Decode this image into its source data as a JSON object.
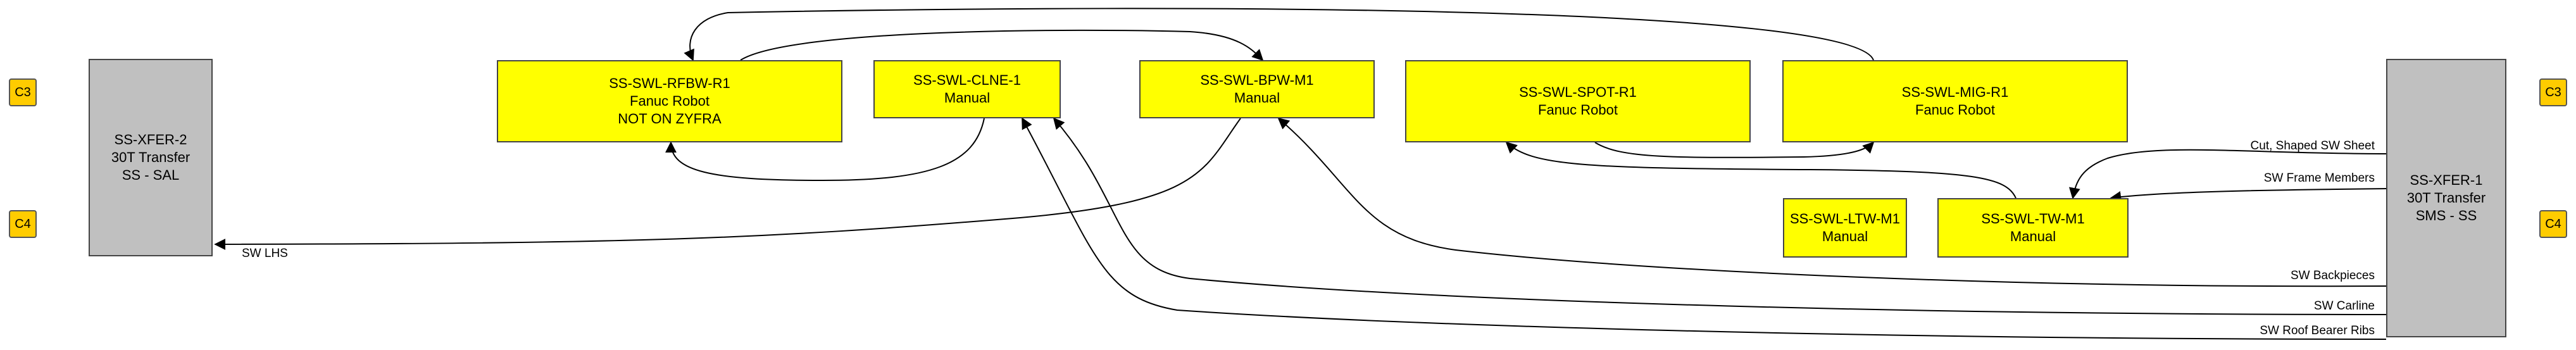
{
  "grid_markers": {
    "left_c3": "C3",
    "left_c4": "C4",
    "right_c3": "C3",
    "right_c4": "C4"
  },
  "transfers": {
    "xfer2": {
      "line1": "SS-XFER-2",
      "line2": "30T Transfer",
      "line3": "SS - SAL"
    },
    "xfer1": {
      "line1": "SS-XFER-1",
      "line2": "30T Transfer",
      "line3": "SMS - SS"
    }
  },
  "stations": {
    "rfbw": {
      "line1": "SS-SWL-RFBW-R1",
      "line2": "Fanuc Robot",
      "line3": "NOT ON ZYFRA"
    },
    "clne": {
      "line1": "SS-SWL-CLNE-1",
      "line2": "Manual"
    },
    "bpw": {
      "line1": "SS-SWL-BPW-M1",
      "line2": "Manual"
    },
    "spot": {
      "line1": "SS-SWL-SPOT-R1",
      "line2": "Fanuc Robot"
    },
    "mig": {
      "line1": "SS-SWL-MIG-R1",
      "line2": "Fanuc Robot"
    },
    "ltw": {
      "line1": "SS-SWL-LTW-M1",
      "line2": "Manual"
    },
    "tw": {
      "line1": "SS-SWL-TW-M1",
      "line2": "Manual"
    }
  },
  "edge_labels": {
    "cut_shaped": "Cut, Shaped SW Sheet",
    "frame_members": "SW Frame Members",
    "backpieces": "SW Backpieces",
    "carline": "SW Carline",
    "roof_bearer": "SW Roof Bearer Ribs",
    "lhs": "SW LHS"
  },
  "colors": {
    "station_fill": "#ffff00",
    "transfer_fill": "#c0c0c0",
    "marker_fill": "#ffcc00",
    "edge_stroke": "#000000"
  }
}
